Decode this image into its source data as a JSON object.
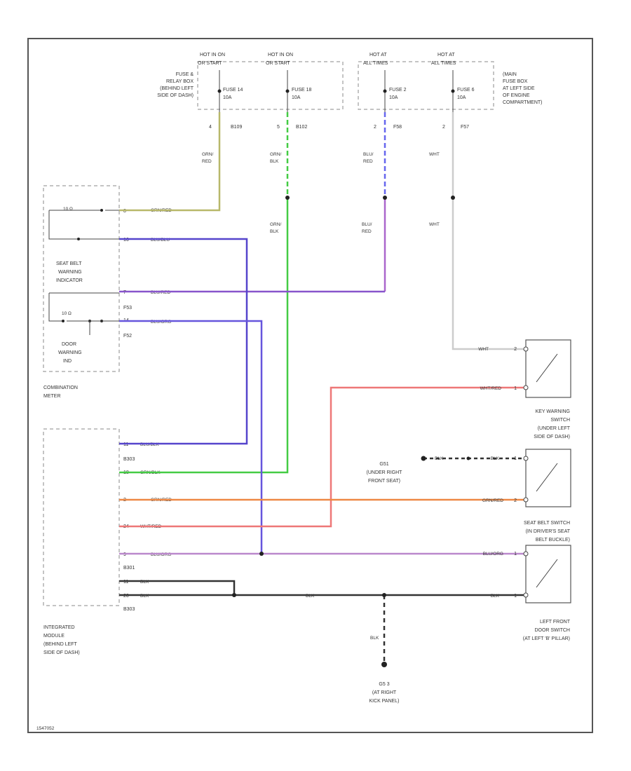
{
  "colors": {
    "grn_red": "#b8b86a",
    "grn_blk": "#44cc44",
    "blu_red": "#8855cc",
    "blu_red_top": "#6666ee",
    "wht": "#cccccc",
    "blu_blk": "#5544cc",
    "blu_org": "#aa66cc",
    "wht_red": "#ee7777",
    "grn_red_org": "#ee8844",
    "blk": "#333333"
  },
  "power": [
    {
      "hot": "HOT IN ON",
      "mode": "OR START",
      "fuse": "FUSE 14",
      "amp": "10A",
      "pin": "4",
      "conn": "B109"
    },
    {
      "hot": "HOT IN ON",
      "mode": "OR START",
      "fuse": "FUSE 18",
      "amp": "10A",
      "pin": "5",
      "conn": "B102"
    },
    {
      "hot": "HOT AT",
      "mode": "ALL TIMES",
      "fuse": "FUSE 2",
      "amp": "10A",
      "pin": "2",
      "conn": "F58"
    },
    {
      "hot": "HOT AT",
      "mode": "ALL TIMES",
      "fuse": "FUSE 6",
      "amp": "10A",
      "pin": "2",
      "conn": "F57"
    }
  ],
  "fuse_box_left": [
    "FUSE &",
    "RELAY BOX",
    "(BEHIND LEFT",
    "SIDE OF DASH)"
  ],
  "fuse_box_right": [
    "(MAIN",
    "FUSE BOX",
    "AT LEFT SIDE",
    "OF ENGINE",
    "COMPARTMENT)"
  ],
  "wire_labels": {
    "grn_red": [
      "GRN/",
      "RED"
    ],
    "grn_blk_1": [
      "GRN/",
      "BLK"
    ],
    "blu_red_1": [
      "BLU/",
      "RED"
    ],
    "wht_1": "WHT",
    "grn_blk_2": [
      "GRN/",
      "BLK"
    ],
    "blu_red_2": [
      "BLU/",
      "RED"
    ],
    "wht_2": "WHT",
    "blk": "BLK"
  },
  "meter": {
    "name": [
      "COMBINATION",
      "METER"
    ],
    "seat_belt_ind": [
      "SEAT BELT",
      "WARNING",
      "INDICATOR"
    ],
    "door_ind": [
      "DOOR",
      "WARNING",
      "IND"
    ],
    "pins": [
      "8",
      "16",
      "7",
      "14"
    ],
    "conns": [
      "F53",
      "F52"
    ],
    "labels": [
      "GRN/RED",
      "BLU/BLU",
      "BLU/RED",
      "BLU/ORG"
    ],
    "small": [
      "10 Ω",
      "10 Ω"
    ]
  },
  "module": {
    "name": [
      "INTEGRATED",
      "MODULE",
      "(BEHIND LEFT",
      "SIDE OF DASH)"
    ],
    "pins": [
      "11",
      "18",
      "2",
      "24",
      "9",
      "11",
      "20"
    ],
    "conns": [
      "B303",
      "B301",
      "B303"
    ],
    "labels": [
      "BLU/BLK",
      "GRN/BLK",
      "GRN/RED",
      "WHT/RED",
      "BLU/ORG",
      "BLK",
      "BLK"
    ]
  },
  "key_switch": {
    "name": [
      "KEY WARNING",
      "SWITCH",
      "(UNDER LEFT",
      "SIDE OF DASH)"
    ],
    "pins": [
      "2",
      "1"
    ],
    "labels": [
      "WHT",
      "WHT/RED"
    ]
  },
  "seat_switch": {
    "name": [
      "SEAT BELT SWITCH",
      "(IN DRIVER'S SEAT",
      "BELT BUCKLE)"
    ],
    "pins": [
      "1",
      "2"
    ],
    "labels": [
      "BLK",
      "GRN/RED"
    ],
    "ground": [
      "G51",
      "(UNDER RIGHT",
      "FRONT SEAT)"
    ],
    "ground_wire": "BLK"
  },
  "door_switch": {
    "name": [
      "LEFT FRONT",
      "DOOR SWITCH",
      "(AT LEFT 'B' PILLAR)"
    ],
    "pins": [
      "1",
      "1"
    ],
    "labels": [
      "BLU/ORG",
      "BLK"
    ]
  },
  "ground": [
    "G5 3",
    "(AT RIGHT",
    "KICK PANEL)"
  ],
  "footer": "1547052"
}
